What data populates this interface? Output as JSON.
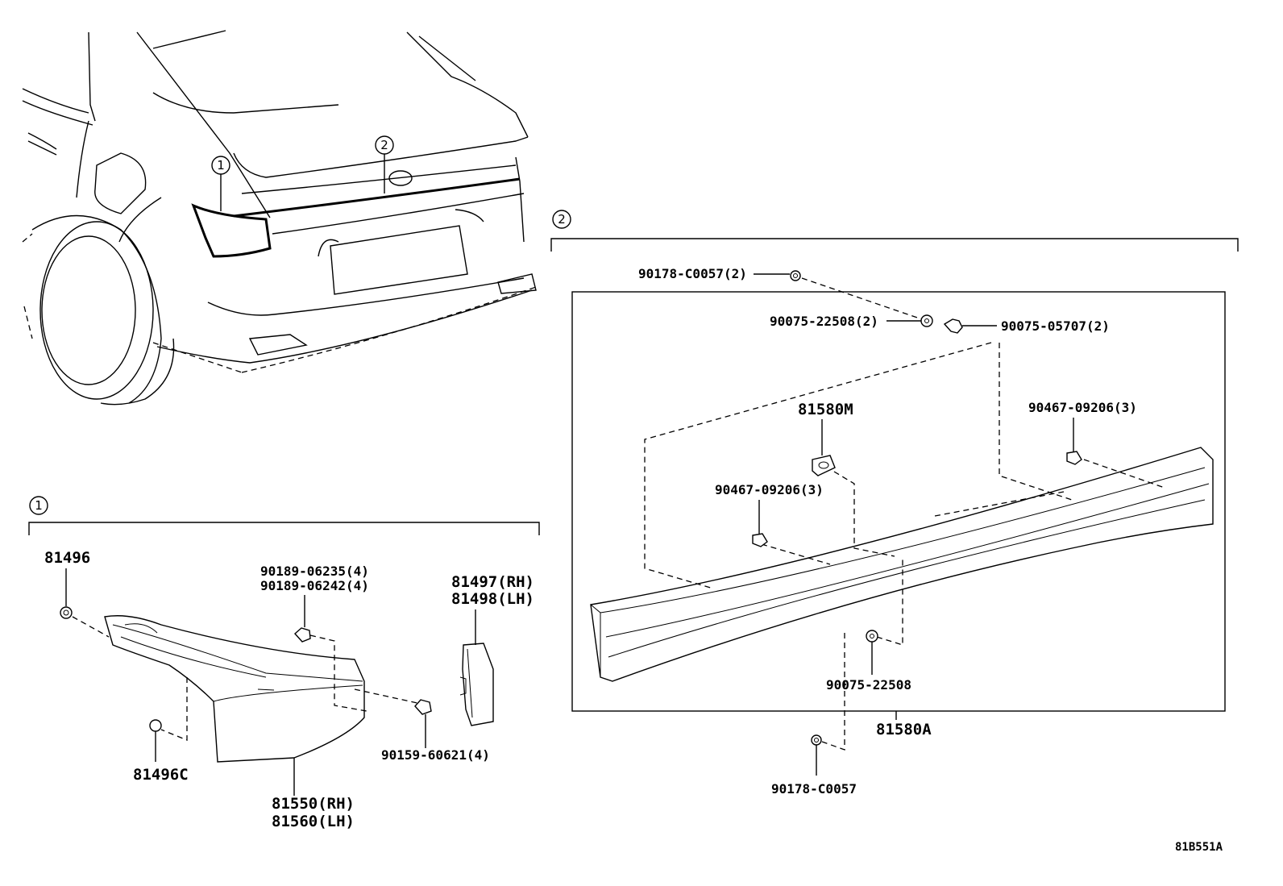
{
  "callouts": {
    "one": "1",
    "two": "2"
  },
  "labels": {
    "p81496": "81496",
    "p81496C": "81496C",
    "p90189_a": "90189-06235(4)",
    "p90189_b": "90189-06242(4)",
    "p81497": "81497(RH)",
    "p81498": "81498(LH)",
    "p90159": "90159-60621(4)",
    "p81550": "81550(RH)",
    "p81560": "81560(LH)",
    "p90178_top": "90178-C0057(2)",
    "p90075_22508_2": "90075-22508(2)",
    "p90075_05707": "90075-05707(2)",
    "p81580M": "81580M",
    "p90467_right": "90467-09206(3)",
    "p90467_left": "90467-09206(3)",
    "p90075_22508": "90075-22508",
    "p81580A": "81580A",
    "p90178_bottom": "90178-C0057",
    "diagram_code": "81B551A"
  }
}
